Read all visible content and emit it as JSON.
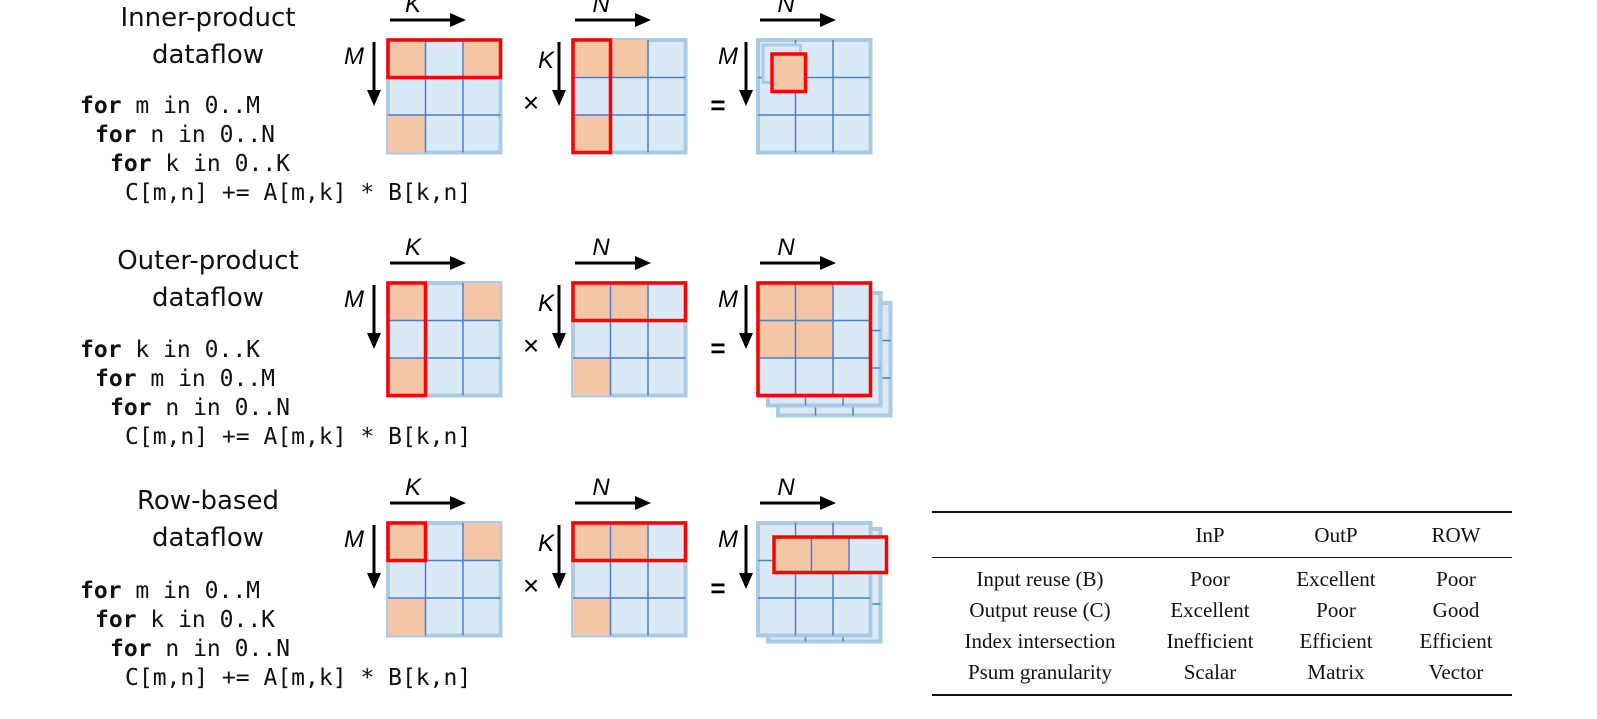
{
  "dataflows": [
    {
      "title_line1": "Inner-product",
      "title_line2": "dataflow",
      "code": [
        {
          "kw": "for",
          "rest": " m in 0..M"
        },
        {
          "kw": "for",
          "rest": " n in 0..N"
        },
        {
          "kw": "for",
          "rest": " k in 0..K"
        },
        {
          "kw": "",
          "rest": "C[m,n] += A[m,k] * B[k,n]"
        }
      ],
      "labels": {
        "a_top": "K",
        "a_side": "M",
        "b_top": "N",
        "b_side": "K",
        "c_top": "N",
        "c_side": "M",
        "times": "×",
        "equals": "="
      }
    },
    {
      "title_line1": "Outer-product",
      "title_line2": "dataflow",
      "code": [
        {
          "kw": "for",
          "rest": " k in 0..K"
        },
        {
          "kw": "for",
          "rest": " m in 0..M"
        },
        {
          "kw": "for",
          "rest": " n in 0..N"
        },
        {
          "kw": "",
          "rest": "C[m,n] += A[m,k] * B[k,n]"
        }
      ],
      "labels": {
        "a_top": "K",
        "a_side": "M",
        "b_top": "N",
        "b_side": "K",
        "c_top": "N",
        "c_side": "M",
        "times": "×",
        "equals": "="
      }
    },
    {
      "title_line1": "Row-based",
      "title_line2": "dataflow",
      "code": [
        {
          "kw": "for",
          "rest": " m in 0..M"
        },
        {
          "kw": "for",
          "rest": " k in 0..K"
        },
        {
          "kw": "for",
          "rest": " n in 0..N"
        },
        {
          "kw": "",
          "rest": "C[m,n] += A[m,k] * B[k,n]"
        }
      ],
      "labels": {
        "a_top": "K",
        "a_side": "M",
        "b_top": "N",
        "b_side": "K",
        "c_top": "N",
        "c_side": "M",
        "times": "×",
        "equals": "="
      }
    }
  ],
  "colors": {
    "cell": "#dae9f6",
    "grid": "#4a7fcf",
    "border": "#a9cbe6",
    "nonzero": "#f4c6a8",
    "highlight": "#ff0000"
  },
  "table": {
    "headers": [
      "",
      "InP",
      "OutP",
      "ROW"
    ],
    "rows": [
      [
        "Input reuse (B)",
        "Poor",
        "Excellent",
        "Poor"
      ],
      [
        "Output reuse (C)",
        "Excellent",
        "Poor",
        "Good"
      ],
      [
        "Index intersection",
        "Inefficient",
        "Efficient",
        "Efficient"
      ],
      [
        "Psum granularity",
        "Scalar",
        "Matrix",
        "Vector"
      ]
    ]
  }
}
